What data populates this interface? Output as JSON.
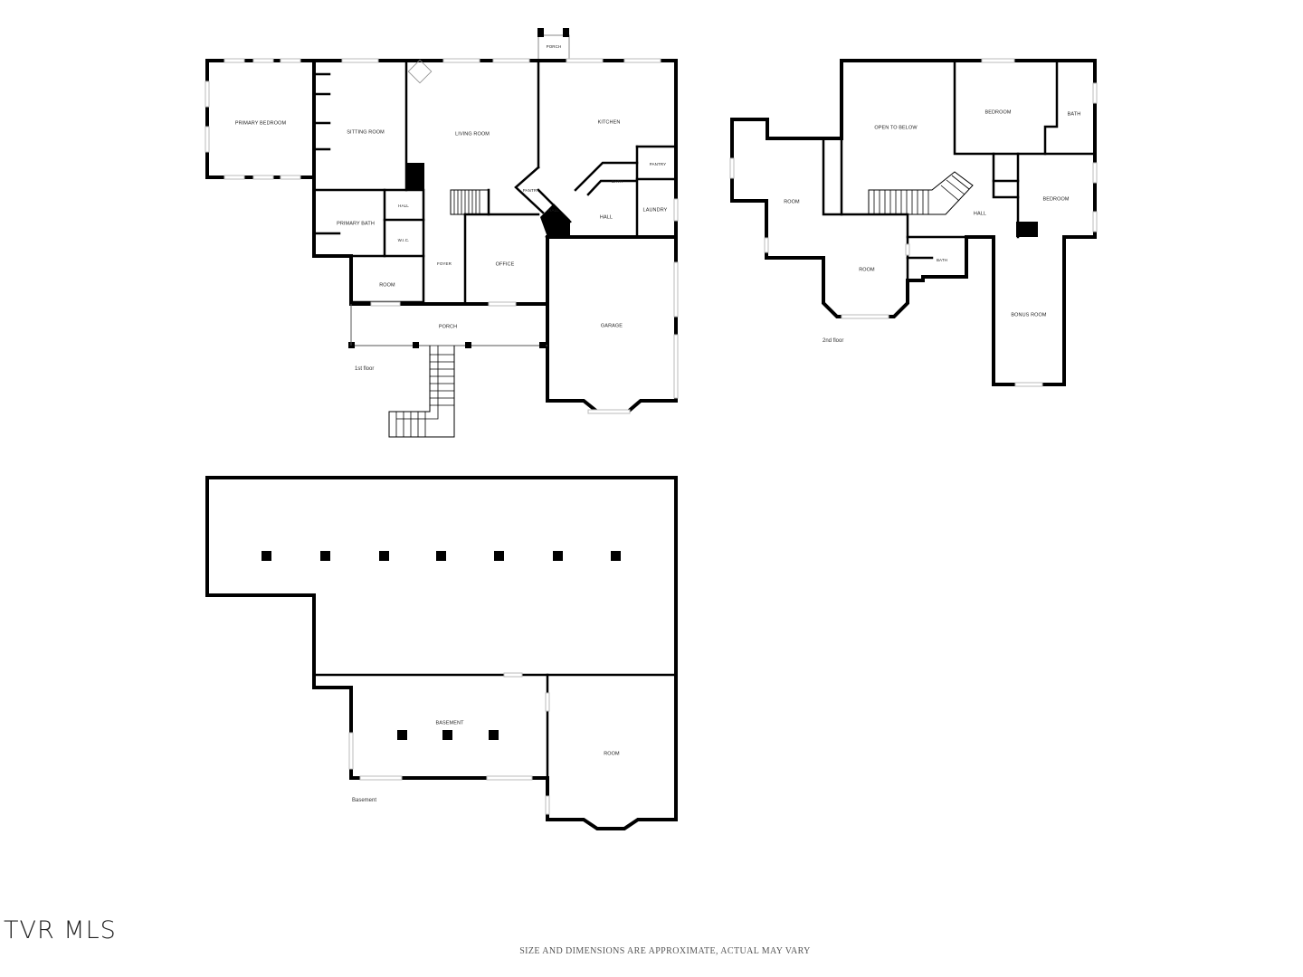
{
  "first_floor": {
    "label": "1st floor",
    "rooms": {
      "porch_top": "PORCH",
      "primary_bedroom": "PRIMARY BEDROOM",
      "sitting_room": "SITTING ROOM",
      "living_room": "LIVING ROOM",
      "kitchen": "KITCHEN",
      "pantry_right": "PANTRY",
      "pantry_left": "PANTRY",
      "bath": "BATH",
      "hall_small": "HALL",
      "primary_bath": "PRIMARY BATH",
      "wic": "W.I.C.",
      "hall_angled": "HALL",
      "hall_right": "HALL",
      "laundry": "LAUNDRY",
      "foyer": "FOYER",
      "office": "OFFICE",
      "room": "ROOM",
      "porch": "PORCH",
      "garage": "GARAGE"
    }
  },
  "second_floor": {
    "label": "2nd floor",
    "rooms": {
      "open_to_below": "OPEN TO BELOW",
      "bedroom_top": "BEDROOM",
      "bath_top": "BATH",
      "room_left": "ROOM",
      "hall": "HALL",
      "bedroom_right": "BEDROOM",
      "room_bottom": "ROOM",
      "bath_small": "BATH",
      "bonus_room": "BONUS ROOM"
    }
  },
  "basement": {
    "label": "Basement",
    "rooms": {
      "basement": "BASEMENT",
      "room": "ROOM"
    }
  },
  "logo": "TVR MLS",
  "disclaimer": "SIZE AND DIMENSIONS ARE APPROXIMATE, ACTUAL MAY VARY"
}
